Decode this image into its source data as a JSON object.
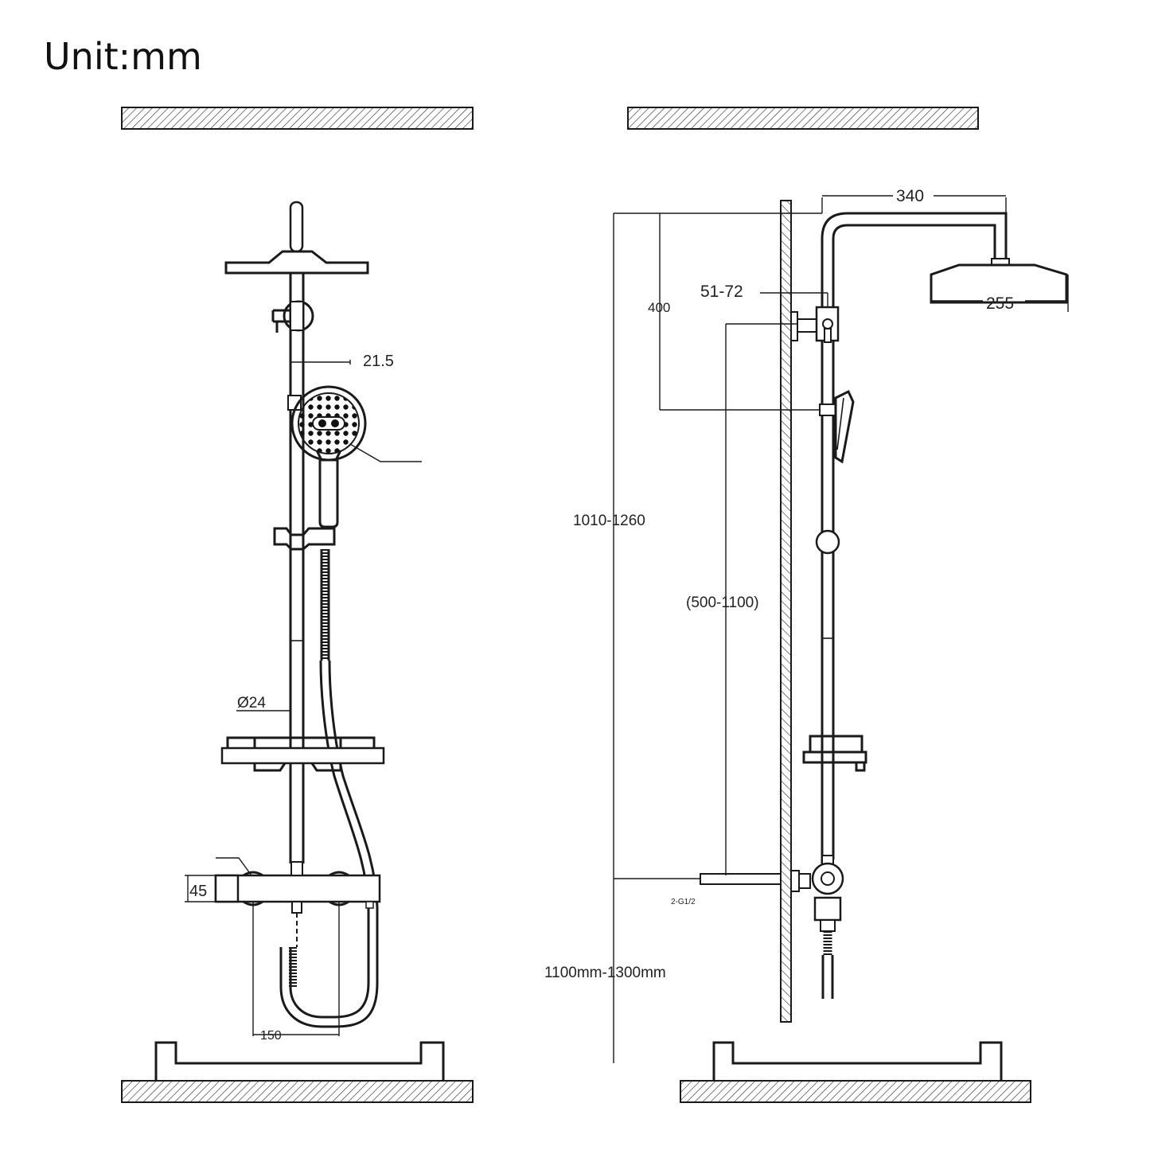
{
  "title": "Unit:mm",
  "front_view": {
    "dim_top_rail": "21.5",
    "dim_rail_diameter": "Ø24",
    "dim_valve_height": "45",
    "dim_valve_spacing": "150"
  },
  "side_view": {
    "dim_arm_reach": "340",
    "dim_bracket_range": "51-72",
    "dim_headshower_width": "255",
    "dim_bracket_to_holder": "400",
    "dim_total_height": "1010-1260",
    "dim_slide_range": "(500-1100)",
    "dim_inlet": "2-G1/2",
    "dim_install_height": "1100mm-1300mm"
  }
}
